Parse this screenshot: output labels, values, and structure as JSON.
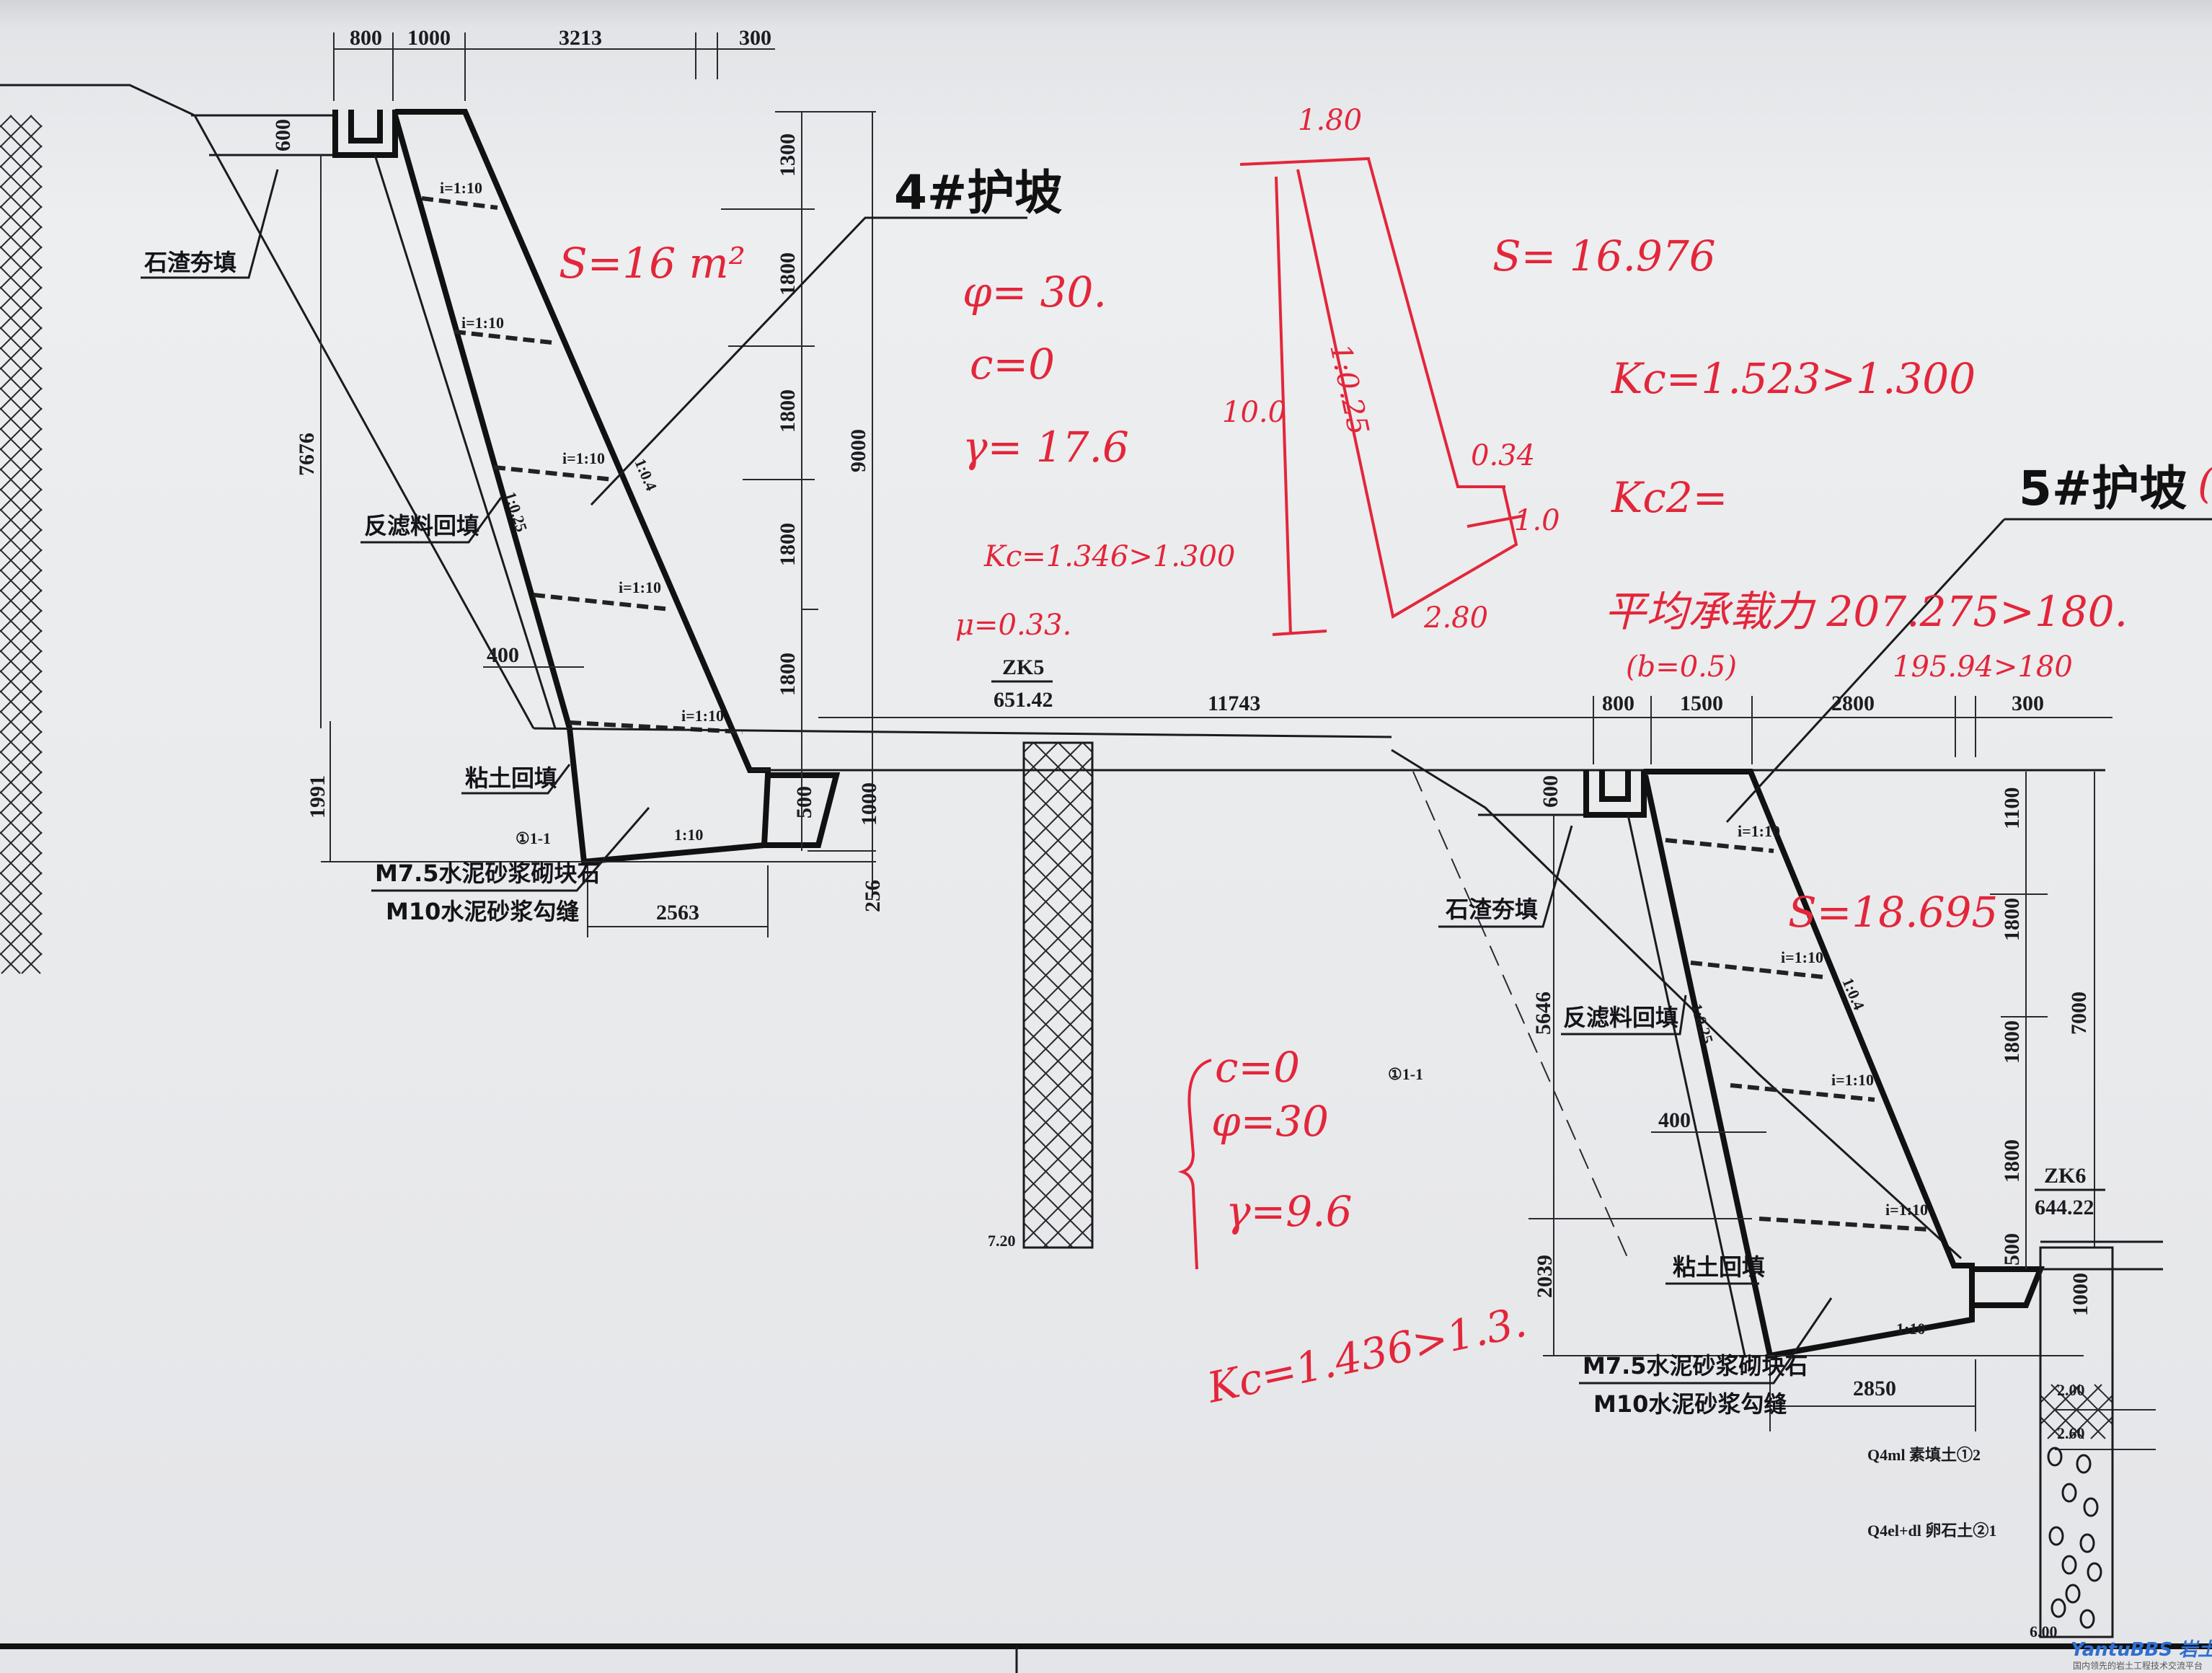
{
  "slope4": {
    "title": "4#护坡",
    "top_dims": [
      "800",
      "1000",
      "3213",
      "300"
    ],
    "ditch_height": "600",
    "right_dims": [
      "1300",
      "1800",
      "1800",
      "1800",
      "1800"
    ],
    "total_height": "9000",
    "left_height": "7676",
    "bottom_left_height": "1991",
    "filter_width": "400",
    "toe_ditch_height": "500",
    "toe_height": "1000",
    "toe_offset": "256",
    "base_width": "2563",
    "drain_labels": [
      "i=1:10",
      "i=1:10",
      "i=1:10",
      "i=1:10",
      "i=1:10"
    ],
    "face_slope": "1:0.4",
    "back_slope": "1:0.25",
    "labels": {
      "rubble_fill": "石渣夯填",
      "filter_fill": "反滤料回填",
      "clay_fill": "粘土回填",
      "masonry": "M7.5水泥砂浆砌块石",
      "pointing": "M10水泥砂浆勾缝",
      "section_mark": "①1-1",
      "base_slope": "1:10"
    }
  },
  "borehole_zk5": {
    "name": "ZK5",
    "elevation": "651.42",
    "depth": "7.20"
  },
  "spacing": "11743",
  "slope5": {
    "title": "5#护坡",
    "top_dims": [
      "800",
      "1500",
      "2800",
      "300"
    ],
    "ditch_height": "600",
    "right_dims": [
      "1100",
      "1800",
      "1800",
      "1800"
    ],
    "total_height": "7000",
    "left_height": "5646",
    "bottom_left_height": "2039",
    "filter_width": "400",
    "toe_ditch_height": "500",
    "toe_height": "1000",
    "base_width": "2850",
    "drain_labels": [
      "i=1:10",
      "i=1:10",
      "i=1:10",
      "i=1:10"
    ],
    "face_slope": "1:0.4",
    "back_slope": "1:0.25",
    "labels": {
      "rubble_fill": "石渣夯填",
      "filter_fill": "反滤料回填",
      "clay_fill": "粘土回填",
      "masonry": "M7.5水泥砂浆砌块石",
      "pointing": "M10水泥砂浆勾缝",
      "section_mark": "①1-1",
      "base_slope": "1:10"
    }
  },
  "borehole_zk6": {
    "name": "ZK6",
    "elevation": "644.22",
    "depths": [
      "2.00",
      "2.60",
      "6.00"
    ],
    "layers": [
      "Q4ml 素填土①2",
      "Q4el+dl 卵石土②1"
    ]
  },
  "annotations_red": {
    "s4": "S=16 m²",
    "phi4": "φ= 30.",
    "c4": "c=0",
    "gamma4": "γ= 17.6",
    "kc4": "Kc=1.346>1.300",
    "mu4": "μ=0.33.",
    "sketch_top": "1.80",
    "sketch_slope": "1:0.25",
    "sketch_height": "10.0",
    "sketch_step_w": "0.34",
    "sketch_step_h": "1.0",
    "sketch_base": "2.80",
    "s_sketch": "S= 16.976",
    "kc_sketch": "Kc=1.523>1.300",
    "kc2": "Kc2=",
    "bearing": "平均承载力 207.275>180.",
    "b": "(b=0.5)",
    "bearing2": "195.94>180",
    "s5": "S=18.695",
    "c5": "c=0",
    "phi5": "φ=30",
    "gamma5": "γ=9.6",
    "kc5": "Kc=1.436>1.3.",
    "paren": "("
  },
  "watermark": {
    "brand": "YantuBBS 岩土在线",
    "tagline": "国内领先的岩土工程技术交流平台"
  },
  "colors": {
    "ink": "#1b1b1f",
    "red_pen": "#e3263a",
    "paper": "#e9eaec"
  }
}
